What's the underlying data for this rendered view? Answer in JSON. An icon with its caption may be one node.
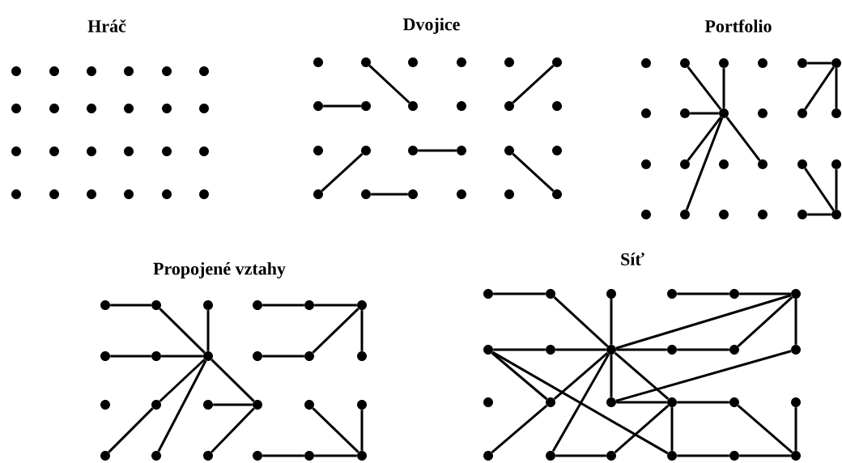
{
  "diagram": {
    "nodes": [
      {
        "text": [],
        "shape": "circle"
      },
      {
        "text": [],
        "shape": "circle"
      },
      {
        "text": [],
        "shape": "circle"
      },
      {
        "text": [],
        "shape": "circle"
      },
      {
        "text": [],
        "shape": "circle"
      },
      {
        "text": [],
        "shape": "circle"
      },
      {
        "text": [],
        "shape": "circle"
      },
      {
        "text": [],
        "shape": "circle"
      },
      {
        "text": [],
        "shape": "circle"
      },
      {
        "text": [],
        "shape": "circle"
      },
      {
        "text": [],
        "shape": "circle"
      },
      {
        "text": [],
        "shape": "circle"
      },
      {
        "text": [],
        "shape": "circle"
      },
      {
        "text": [],
        "shape": "circle"
      },
      {
        "text": [],
        "shape": "circle"
      },
      {
        "text": [],
        "shape": "circle"
      },
      {
        "text": [],
        "shape": "circle"
      },
      {
        "text": [],
        "shape": "circle"
      },
      {
        "text": [],
        "shape": "circle"
      },
      {
        "text": [],
        "shape": "circle"
      },
      {
        "text": [],
        "shape": "circle"
      },
      {
        "text": [],
        "shape": "circle"
      },
      {
        "text": [],
        "shape": "circle"
      },
      {
        "text": [],
        "shape": "circle"
      },
      {
        "text": [],
        "shape": "circle"
      },
      {
        "text": [],
        "shape": "circle"
      },
      {
        "text": [],
        "shape": "circle"
      },
      {
        "text": [],
        "shape": "circle"
      },
      {
        "text": [],
        "shape": "circle"
      },
      {
        "text": [],
        "shape": "circle"
      },
      {
        "text": [],
        "shape": "circle"
      },
      {
        "text": [],
        "shape": "circle"
      },
      {
        "text": [],
        "shape": "circle"
      },
      {
        "text": [],
        "shape": "circle"
      },
      {
        "text": [],
        "shape": "circle"
      },
      {
        "text": [],
        "shape": "circle"
      },
      {
        "text": [],
        "shape": "circle"
      },
      {
        "text": [],
        "shape": "circle"
      },
      {
        "text": [],
        "shape": "circle"
      },
      {
        "text": [],
        "shape": "circle"
      },
      {
        "text": [],
        "shape": "circle"
      },
      {
        "text": [],
        "shape": "circle"
      },
      {
        "text": [],
        "shape": "circle"
      },
      {
        "text": [],
        "shape": "circle"
      },
      {
        "text": [],
        "shape": "circle"
      },
      {
        "text": [],
        "shape": "circle"
      },
      {
        "text": [],
        "shape": "circle"
      },
      {
        "text": [],
        "shape": "circle"
      },
      {
        "text": [],
        "shape": "circle"
      },
      {
        "text": [],
        "shape": "circle"
      },
      {
        "text": [],
        "shape": "circle"
      },
      {
        "text": [],
        "shape": "circle"
      },
      {
        "text": [],
        "shape": "circle"
      },
      {
        "text": [],
        "shape": "circle"
      },
      {
        "text": [],
        "shape": "circle"
      },
      {
        "text": [],
        "shape": "circle"
      },
      {
        "text": [],
        "shape": "circle"
      },
      {
        "text": [],
        "shape": "circle"
      },
      {
        "text": [],
        "shape": "circle"
      },
      {
        "text": [],
        "shape": "circle"
      },
      {
        "text": [],
        "shape": "circle"
      },
      {
        "text": [],
        "shape": "circle"
      },
      {
        "text": [],
        "shape": "circle"
      },
      {
        "text": [],
        "shape": "circle"
      },
      {
        "text": [],
        "shape": "circle"
      },
      {
        "text": [],
        "shape": "circle"
      },
      {
        "text": [],
        "shape": "circle"
      },
      {
        "text": [],
        "shape": "circle"
      },
      {
        "text": [],
        "shape": "circle"
      },
      {
        "text": [],
        "shape": "circle"
      },
      {
        "text": [],
        "shape": "circle"
      },
      {
        "text": [],
        "shape": "circle"
      },
      {
        "text": [],
        "shape": "circle"
      },
      {
        "text": [],
        "shape": "circle"
      },
      {
        "text": [],
        "shape": "circle"
      },
      {
        "text": [],
        "shape": "circle"
      },
      {
        "text": [],
        "shape": "circle"
      },
      {
        "text": [],
        "shape": "circle"
      },
      {
        "text": [],
        "shape": "circle"
      },
      {
        "text": [],
        "shape": "circle"
      },
      {
        "text": [],
        "shape": "circle"
      },
      {
        "text": [],
        "shape": "circle"
      },
      {
        "text": [],
        "shape": "circle"
      },
      {
        "text": [],
        "shape": "circle"
      },
      {
        "text": [],
        "shape": "circle"
      },
      {
        "text": [],
        "shape": "circle"
      },
      {
        "text": [],
        "shape": "circle"
      },
      {
        "text": [],
        "shape": "circle"
      },
      {
        "text": [],
        "shape": "circle"
      },
      {
        "text": [],
        "shape": "circle"
      },
      {
        "text": [],
        "shape": "circle"
      },
      {
        "text": [],
        "shape": "circle"
      },
      {
        "text": [],
        "shape": "circle"
      },
      {
        "text": [],
        "shape": "circle"
      },
      {
        "text": [],
        "shape": "circle"
      },
      {
        "text": [],
        "shape": "circle"
      },
      {
        "text": [],
        "shape": "circle"
      },
      {
        "text": [],
        "shape": "circle"
      },
      {
        "text": [],
        "shape": "circle"
      },
      {
        "text": [],
        "shape": "circle"
      },
      {
        "text": [],
        "shape": "circle"
      },
      {
        "text": [],
        "shape": "circle"
      },
      {
        "text": [],
        "shape": "circle"
      },
      {
        "text": [],
        "shape": "circle"
      },
      {
        "text": [],
        "shape": "circle"
      },
      {
        "text": [],
        "shape": "circle"
      },
      {
        "text": [],
        "shape": "circle"
      },
      {
        "text": [],
        "shape": "circle"
      },
      {
        "text": [],
        "shape": "circle"
      },
      {
        "text": [],
        "shape": "circle"
      },
      {
        "text": [],
        "shape": "circle"
      },
      {
        "text": [],
        "shape": "circle"
      },
      {
        "text": [],
        "shape": "circle"
      },
      {
        "text": [],
        "shape": "circle"
      },
      {
        "text": [],
        "shape": "circle"
      },
      {
        "text": [],
        "shape": "circle"
      },
      {
        "text": [],
        "shape": "circle"
      },
      {
        "text": [],
        "shape": "circle"
      },
      {
        "text": [],
        "shape": "circle"
      },
      {
        "text": [],
        "shape": "circle"
      }
    ],
    "edges": [
      {
        "from": 25,
        "to": 32,
        "arrow": "none"
      },
      {
        "from": 30,
        "to": 31,
        "arrow": "none"
      },
      {
        "from": 29,
        "to": 34,
        "arrow": "none"
      },
      {
        "from": 37,
        "to": 42,
        "arrow": "none"
      },
      {
        "from": 38,
        "to": 39,
        "arrow": "none"
      },
      {
        "from": 43,
        "to": 44,
        "arrow": "none"
      },
      {
        "from": 40,
        "to": 47,
        "arrow": "none"
      },
      {
        "from": 49,
        "to": 56,
        "arrow": "none"
      },
      {
        "from": 50,
        "to": 56,
        "arrow": "none"
      },
      {
        "from": 55,
        "to": 56,
        "arrow": "none"
      },
      {
        "from": 56,
        "to": 61,
        "arrow": "none"
      },
      {
        "from": 56,
        "to": 67,
        "arrow": "none"
      },
      {
        "from": 56,
        "to": 63,
        "arrow": "none"
      },
      {
        "from": 52,
        "to": 53,
        "arrow": "none"
      },
      {
        "from": 53,
        "to": 58,
        "arrow": "none"
      },
      {
        "from": 53,
        "to": 59,
        "arrow": "none"
      },
      {
        "from": 64,
        "to": 71,
        "arrow": "none"
      },
      {
        "from": 65,
        "to": 71,
        "arrow": "none"
      },
      {
        "from": 70,
        "to": 71,
        "arrow": "none"
      },
      {
        "from": 72,
        "to": 73,
        "arrow": "none"
      },
      {
        "from": 73,
        "to": 80,
        "arrow": "none"
      },
      {
        "from": 74,
        "to": 80,
        "arrow": "none"
      },
      {
        "from": 78,
        "to": 79,
        "arrow": "none"
      },
      {
        "from": 79,
        "to": 80,
        "arrow": "none"
      },
      {
        "from": 80,
        "to": 85,
        "arrow": "none"
      },
      {
        "from": 80,
        "to": 91,
        "arrow": "none"
      },
      {
        "from": 80,
        "to": 87,
        "arrow": "none"
      },
      {
        "from": 85,
        "to": 90,
        "arrow": "none"
      },
      {
        "from": 86,
        "to": 87,
        "arrow": "none"
      },
      {
        "from": 87,
        "to": 92,
        "arrow": "none"
      },
      {
        "from": 75,
        "to": 76,
        "arrow": "none"
      },
      {
        "from": 76,
        "to": 77,
        "arrow": "none"
      },
      {
        "from": 77,
        "to": 82,
        "arrow": "none"
      },
      {
        "from": 81,
        "to": 82,
        "arrow": "none"
      },
      {
        "from": 77,
        "to": 83,
        "arrow": "none"
      },
      {
        "from": 88,
        "to": 95,
        "arrow": "none"
      },
      {
        "from": 89,
        "to": 95,
        "arrow": "none"
      },
      {
        "from": 93,
        "to": 94,
        "arrow": "none"
      },
      {
        "from": 94,
        "to": 95,
        "arrow": "none"
      },
      {
        "from": 96,
        "to": 97,
        "arrow": "none"
      },
      {
        "from": 97,
        "to": 104,
        "arrow": "none"
      },
      {
        "from": 98,
        "to": 104,
        "arrow": "none"
      },
      {
        "from": 99,
        "to": 100,
        "arrow": "none"
      },
      {
        "from": 100,
        "to": 101,
        "arrow": "none"
      },
      {
        "from": 101,
        "to": 104,
        "arrow": "none"
      },
      {
        "from": 101,
        "to": 106,
        "arrow": "none"
      },
      {
        "from": 101,
        "to": 107,
        "arrow": "none"
      },
      {
        "from": 102,
        "to": 103,
        "arrow": "none"
      },
      {
        "from": 103,
        "to": 104,
        "arrow": "none"
      },
      {
        "from": 104,
        "to": 105,
        "arrow": "none"
      },
      {
        "from": 105,
        "to": 106,
        "arrow": "none"
      },
      {
        "from": 102,
        "to": 109,
        "arrow": "none"
      },
      {
        "from": 102,
        "to": 117,
        "arrow": "none"
      },
      {
        "from": 104,
        "to": 109,
        "arrow": "none"
      },
      {
        "from": 104,
        "to": 115,
        "arrow": "none"
      },
      {
        "from": 109,
        "to": 114,
        "arrow": "none"
      },
      {
        "from": 104,
        "to": 110,
        "arrow": "none"
      },
      {
        "from": 104,
        "to": 111,
        "arrow": "none"
      },
      {
        "from": 110,
        "to": 111,
        "arrow": "none"
      },
      {
        "from": 110,
        "to": 107,
        "arrow": "none"
      },
      {
        "from": 111,
        "to": 116,
        "arrow": "none"
      },
      {
        "from": 111,
        "to": 117,
        "arrow": "none"
      },
      {
        "from": 111,
        "to": 112,
        "arrow": "none"
      },
      {
        "from": 112,
        "to": 119,
        "arrow": "none"
      },
      {
        "from": 113,
        "to": 119,
        "arrow": "none"
      },
      {
        "from": 115,
        "to": 116,
        "arrow": "none"
      },
      {
        "from": 117,
        "to": 118,
        "arrow": "none"
      },
      {
        "from": 118,
        "to": 119,
        "arrow": "none"
      }
    ],
    "labels": [
      "Hráč",
      "Dvojice",
      "Portfolio",
      "Propojené vztahy",
      "Síť"
    ]
  }
}
